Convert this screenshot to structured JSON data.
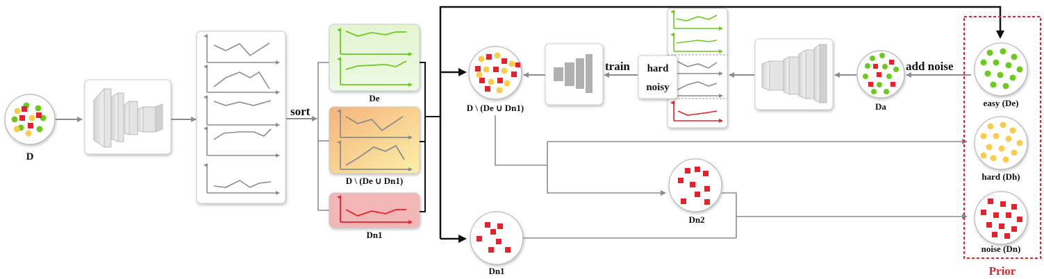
{
  "labels": {
    "d": "D",
    "de": "De",
    "d_minus_1": "D \\ (De ∪ Dn1)",
    "d_minus_2": "D \\ (De ∪ Dn1)",
    "dn1_box": "Dn1",
    "dn1": "Dn1",
    "dn2": "Dn2",
    "da": "Da",
    "easy": "easy (De)",
    "hard": "hard (Dh)",
    "noise": "noise (Dn)",
    "prior": "Prior",
    "sort": "sort",
    "train": "train",
    "add_noise": "add noise",
    "hard_word": "hard",
    "noisy_word": "noisy"
  },
  "colors": {
    "easy_green": "#6cc91e",
    "hard_yellow": "#f9cc4a",
    "noise_red": "#e3222b",
    "flow_gray": "#8c8c8c",
    "prior_red": "#e3222b"
  },
  "icons": [
    "network-icon",
    "loss-curve-icon",
    "dot-set-icon",
    "arrow-icon"
  ]
}
